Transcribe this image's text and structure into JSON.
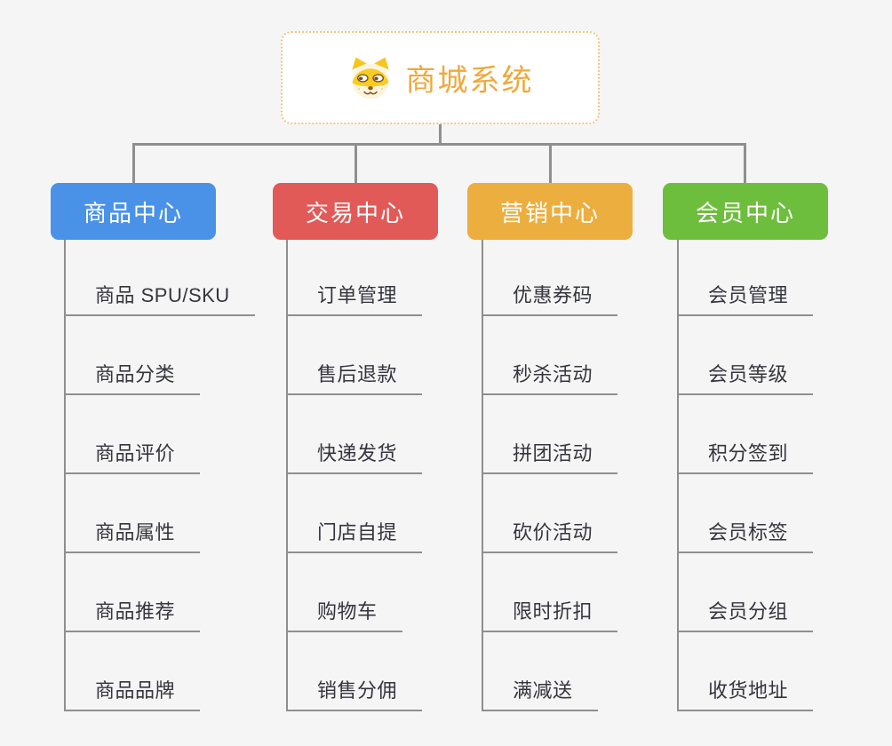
{
  "canvas": {
    "background_color": "#f5f5f6",
    "connector_color": "#8f8f8f"
  },
  "root": {
    "title": "商城系统",
    "title_color": "#efa93c",
    "border_color": "#f2c57e",
    "icon": "dog-face-icon"
  },
  "branches": [
    {
      "label": "商品中心",
      "color": "#4a92e8",
      "items": [
        "商品 SPU/SKU",
        "商品分类",
        "商品评价",
        "商品属性",
        "商品推荐",
        "商品品牌"
      ]
    },
    {
      "label": "交易中心",
      "color": "#e25a58",
      "items": [
        "订单管理",
        "售后退款",
        "快递发货",
        "门店自提",
        "购物车",
        "销售分佣"
      ]
    },
    {
      "label": "营销中心",
      "color": "#ecae3e",
      "items": [
        "优惠券码",
        "秒杀活动",
        "拼团活动",
        "砍价活动",
        "限时折扣",
        "满减送"
      ]
    },
    {
      "label": "会员中心",
      "color": "#6ebe3d",
      "items": [
        "会员管理",
        "会员等级",
        "积分签到",
        "会员标签",
        "会员分组",
        "收货地址"
      ]
    }
  ]
}
